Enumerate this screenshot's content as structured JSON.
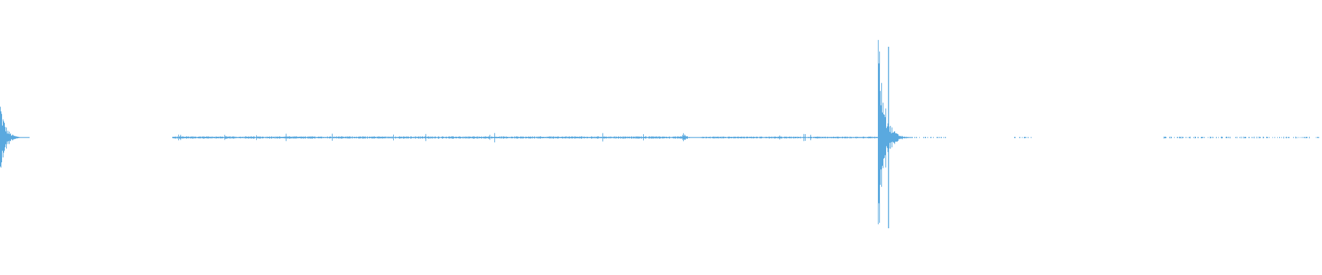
{
  "waveform": {
    "color": "#5aa9df",
    "background": "#ffffff",
    "normalized_amplitude_range": [
      -1,
      1
    ],
    "segments": [
      {
        "start": 0.0,
        "end": 0.022,
        "peak": 0.35,
        "decay": "burst"
      },
      {
        "start": 0.13,
        "end": 0.52,
        "peak": 0.01,
        "decay": "flat"
      },
      {
        "start": 0.516,
        "end": 0.53,
        "peak": 0.05,
        "decay": "burst"
      },
      {
        "start": 0.53,
        "end": 0.664,
        "peak": 0.008,
        "decay": "flat"
      },
      {
        "start": 0.664,
        "end": 0.69,
        "peak": 1.0,
        "decay": "burst"
      },
      {
        "start": 0.69,
        "end": 0.715,
        "peak": 0.006,
        "decay": "sparse"
      },
      {
        "start": 0.765,
        "end": 0.78,
        "peak": 0.006,
        "decay": "sparse"
      },
      {
        "start": 0.88,
        "end": 1.0,
        "peak": 0.008,
        "decay": "sparse"
      }
    ]
  }
}
